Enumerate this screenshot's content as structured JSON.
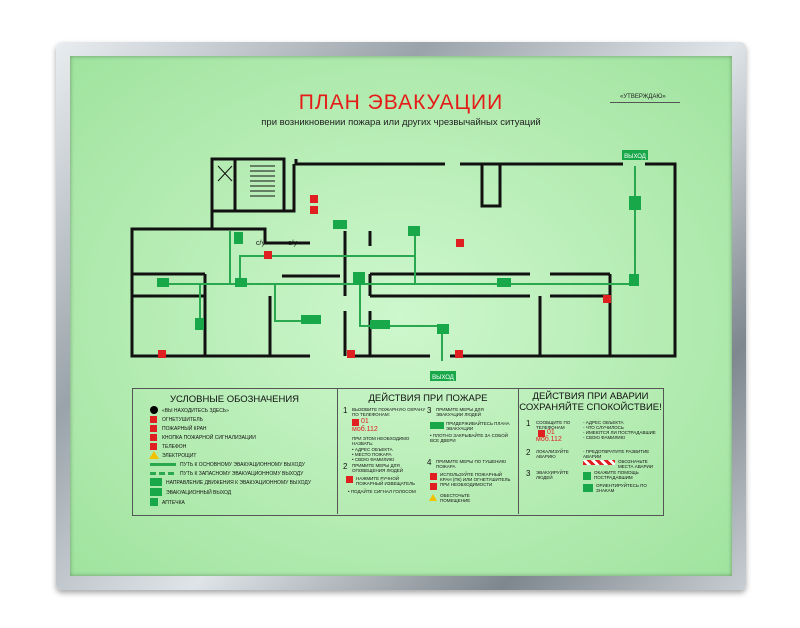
{
  "plan": {
    "title": "ПЛАН ЭВАКУАЦИИ",
    "subtitle": "при возникновении пожара или других чрезвычайных ситуаций",
    "approve": "«УТВЕРЖДАЮ»",
    "exit_label": "ВЫХОД",
    "wc_label": "с/у"
  },
  "legend": {
    "title": "УСЛОВНЫЕ ОБОЗНАЧЕНИЯ",
    "items": [
      "«ВЫ НАХОДИТЕСЬ ЗДЕСЬ»",
      "ОГНЕТУШИТЕЛЬ",
      "ПОЖАРНЫЙ КРАН",
      "КНОПКА ПОЖАРНОЙ СИГНАЛИЗАЦИИ",
      "ТЕЛЕФОН",
      "ЭЛЕКТРОЩИТ",
      "ПУТЬ К ОСНОВНОМУ ЭВАКУАЦИОННОМУ ВЫХОДУ",
      "ПУТЬ К ЗАПАСНОМУ ЭВАКУАЦИОННОМУ ВЫХОДУ",
      "НАПРАВЛЕНИЕ ДВИЖЕНИЯ К ЭВАКУАЦИОННОМУ ВЫХОДУ",
      "ЭВАКУАЦИОННЫЙ ВЫХОД",
      "АПТЕЧКА"
    ]
  },
  "fire": {
    "title": "ДЕЙСТВИЯ ПРИ ПОЖАРЕ",
    "s1": "ВЫЗОВИТЕ ПОЖАРНУЮ ОХРАНУ ПО ТЕЛЕФОНАМ:",
    "tel1": "01",
    "tel2": "моб.112",
    "s1b": "ПРИ ЭТОМ НЕОБХОДИМО НАЗВАТЬ:",
    "s1c": "• АДРЕС ОБЪЕКТА\n• МЕСТО ПОЖАРА\n• СВОЮ ФАМИЛИЮ",
    "s2": "ПРИМИТЕ МЕРЫ ДЛЯ ОПОВЕЩЕНИЯ ЛЮДЕЙ",
    "s2a": "НАЖМИТЕ РУЧНОЙ ПОЖАРНЫЙ ИЗВЕЩАТЕЛЬ",
    "s2b": "• ПОДАЙТЕ СИГНАЛ ГОЛОСОМ",
    "s3": "ПРИМИТЕ МЕРЫ ДЛЯ ЭВАКУАЦИИ ЛЮДЕЙ",
    "s3a": "ПРИДЕРЖИВАЙТЕСЬ ПЛАНА ЭВАКУАЦИИ",
    "s3b": "• ПЛОТНО ЗАКРЫВАЙТЕ ЗА СОБОЙ ВСЕ ДВЕРИ",
    "s4": "ПРИМИТЕ МЕРЫ ПО ТУШЕНИЮ ПОЖАРА",
    "s4a": "ИСПОЛЬЗУЙТЕ ПОЖАРНЫЙ КРАН (ПК) ИЛИ ОГНЕТУШИТЕЛЬ ПРИ НЕОБХОДИМОСТИ",
    "s4b": "ОБЕСТОЧЬТЕ ПОМЕЩЕНИЕ"
  },
  "emergency": {
    "title1": "ДЕЙСТВИЯ ПРИ АВАРИИ",
    "title2": "СОХРАНЯЙТЕ СПОКОЙСТВИЕ!",
    "s1": "СООБЩИТЕ ПО ТЕЛЕФОНАМ",
    "tel1": "01",
    "tel2": "моб.112",
    "s1r": "- АДРЕС ОБЪЕКТА\n- ЧТО СЛУЧИЛОСЬ\n- ИМЕЮТСЯ ЛИ ПОСТРАДАВШИЕ\n- СВОЮ ФАМИЛИЮ",
    "s2": "ЛОКАЛИЗУЙТЕ АВАРИЮ",
    "s2r": "- ПРЕДОТВРАТИТЕ РАЗВИТИЕ АВАРИИ",
    "s2r2": "ОБОЗНАЧЬТЕ МЕСТА АВАРИИ",
    "s3": "ЭВАКУИРУЙТЕ ЛЮДЕЙ",
    "s3r": "ОКАЖИТЕ ПОМОЩЬ ПОСТРАДАВШИМ",
    "s3r2": "ОРИЕНТИРУЙТЕСЬ ПО ЗНАКАМ"
  },
  "colors": {
    "route": "#2aa84f",
    "wall": "#111111",
    "red": "#e02020",
    "title": "#e41b17"
  }
}
